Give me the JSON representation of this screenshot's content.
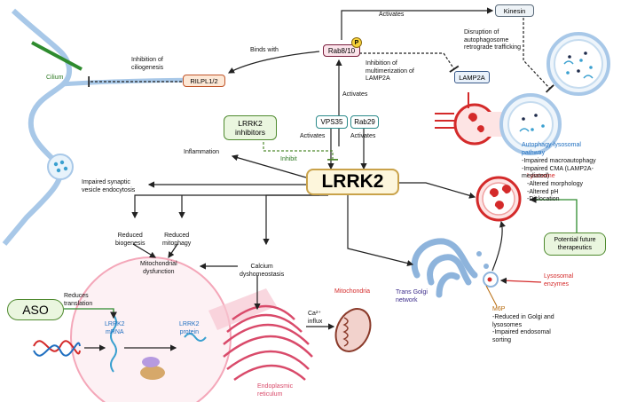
{
  "nodes": {
    "lrrk2": "LRRK2",
    "rab810": "Rab8/10",
    "phospho": "P",
    "kinesin": "Kinesin",
    "lamp2a": "LAMP2A",
    "rilpl": "RILPL1/2",
    "vps35": "VPS35",
    "rab29": "Rab29",
    "inhibitors": "LRRK2\ninhibitors",
    "aso": "ASO",
    "therapeutics": "Potential future\ntherapeutics"
  },
  "labels": {
    "activates_top": "Activates",
    "disruption": "Disruption of\nautophagosome\nretrograde trafficking",
    "binds_with": "Binds with",
    "inhibition_cilio": "Inhibition of\nciliogenesis",
    "inhibition_multi": "Inhibition of\nmultimerization of\nLAMP2A",
    "activates_mid": "Activates",
    "activates_vps": "Activates",
    "activates_rab29": "Activates",
    "inhibit": "Inhibit",
    "cilium": "Cilium",
    "inflammation": "Inflammation",
    "synaptic": "Impaired synaptic\nvesicle endocytosis",
    "reduced_bio": "Reduced\nbiogenesis",
    "reduced_mito": "Reduced\nmitophagy",
    "mito_dys": "Mitochondrial\ndysfunction",
    "calcium": "Calcium\ndyshomeostasis",
    "ca_influx": "Ca²⁺\ninflux",
    "mitochondria": "Mitochondria",
    "reduces_translation": "Reduces\ntranslation",
    "lrrk2_mrna": "LRRK2\nmRNA",
    "lrrk2_protein": "LRRK2\nprotein",
    "er": "Endoplasmic\nreticulum",
    "trans_golgi": "Trans Golgi\nnetwork",
    "m6p_title": "M6P",
    "m6p_desc": "-Reduced in Golgi and\nlysosomes\n-Impaired endosomal\nsorting",
    "lyso_enzymes": "Lysosomal\nenzymes",
    "lysosome_title": "Lysosome",
    "lysosome_desc": "-Altered morphology\n-Altered pH\n-Dislocation",
    "autophagy_title": "Autophagy-lysosomal\npathway",
    "autophagy_desc": "-Impaired macroautophagy\n-Impaired CMA (LAMP2A-\nmediated)"
  },
  "colors": {
    "lrrk2_fill": "#fdf6dc",
    "lrrk2_border": "#c9a24a",
    "rab_fill": "#fbe3ea",
    "rab_border": "#7a1f3d",
    "vps_border": "#2b8a8a",
    "inhibitor_fill": "#eaf6df",
    "inhibitor_border": "#4f8a2f",
    "rilpl_fill": "#fde8d6",
    "rilpl_border": "#c0552a",
    "lysosome_red": "#d42a2a",
    "accent_blue": "#1f6fc0",
    "cell_pink": "#f4a7b9",
    "cilium_green": "#2e8b2e",
    "membrane_blue": "#a8c8e8"
  },
  "icons": [
    "cilium-icon",
    "mitochondrion-icon",
    "golgi-icon",
    "er-icon",
    "dna-icon",
    "ribosome-icon",
    "lysosome-icon",
    "autophagosome-icon",
    "vesicle-icon"
  ]
}
